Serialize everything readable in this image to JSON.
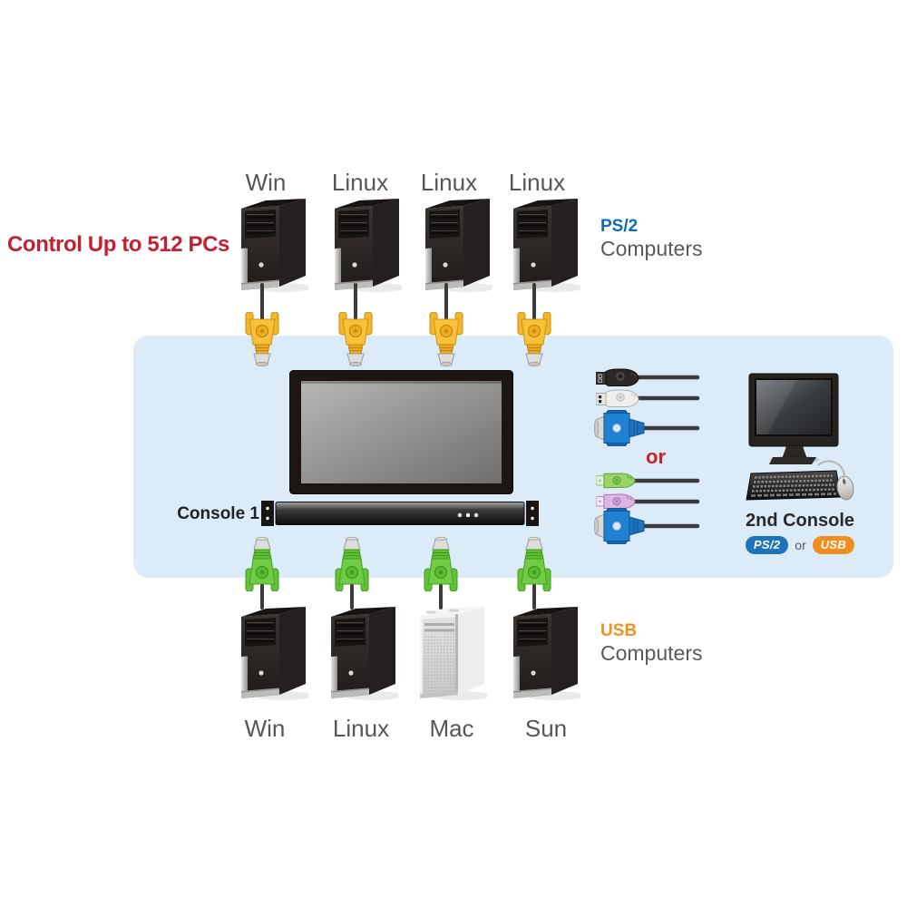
{
  "headline": {
    "text": "Control Up to 512 PCs"
  },
  "top_group": {
    "computers": [
      {
        "label": "Win"
      },
      {
        "label": "Linux"
      },
      {
        "label": "Linux"
      },
      {
        "label": "Linux"
      }
    ],
    "category": {
      "type": "PS/2",
      "label": "Computers"
    },
    "connector_icon": "vga-yellow-connector"
  },
  "bottom_group": {
    "computers": [
      {
        "label": "Win"
      },
      {
        "label": "Linux"
      },
      {
        "label": "Mac"
      },
      {
        "label": "Sun"
      }
    ],
    "category": {
      "type": "USB",
      "label": "Computers"
    },
    "connector_icon": "vga-green-connector"
  },
  "console": {
    "label": "Console 1"
  },
  "console_cables": {
    "group1_icons": [
      "usb-black-plug",
      "usb-white-plug",
      "vga-blue-plug"
    ],
    "or_label": "or",
    "group2_icons": [
      "ps2-green-plug",
      "ps2-purple-plug",
      "vga-blue-plug"
    ]
  },
  "second_console": {
    "label": "2nd Console",
    "option_a": "PS/2",
    "or_label": "or",
    "option_b": "USB"
  },
  "colors": {
    "panel_background": "#dcebf8",
    "headline_red": "#c32031",
    "or_red": "#cc2127",
    "ps2_blue": "#0e6cb4",
    "usb_orange": "#ef9121",
    "text_gray": "#58595b",
    "badge_ps2_blue": "#1c74ba",
    "badge_usb_orange": "#ef8d1e",
    "cable_dark": "#3b3b3d",
    "vga_yellow": "#f4b62c",
    "vga_green": "#6ac83f",
    "vga_blue": "#2180cf",
    "ps2_plug_green": "#8ed162",
    "ps2_plug_purple": "#d9b3e0"
  }
}
